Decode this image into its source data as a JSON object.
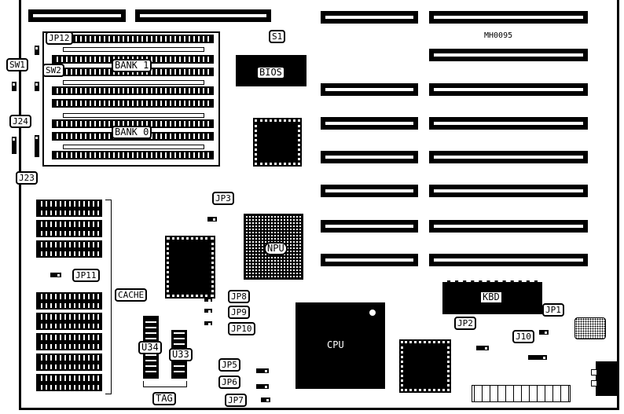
{
  "diagram_id": "MH0095",
  "labels": {
    "s1": "S1",
    "bios": "BIOS",
    "bank1": "BANK 1",
    "bank0": "BANK 0",
    "jp12": "JP12",
    "sw1": "SW1",
    "sw2": "SW2",
    "j24": "J24",
    "j23": "J23",
    "jp3": "JP3",
    "npu": "NPU",
    "jp11": "JP11",
    "cache": "CACHE",
    "jp8": "JP8",
    "jp9": "JP9",
    "jp10": "JP10",
    "u34": "U34",
    "u33": "U33",
    "tag": "TAG",
    "jp5": "JP5",
    "jp6": "JP6",
    "jp7": "JP7",
    "cpu": "CPU",
    "kbd": "KBD",
    "jp1": "JP1",
    "jp2": "JP2",
    "j10": "J10"
  }
}
